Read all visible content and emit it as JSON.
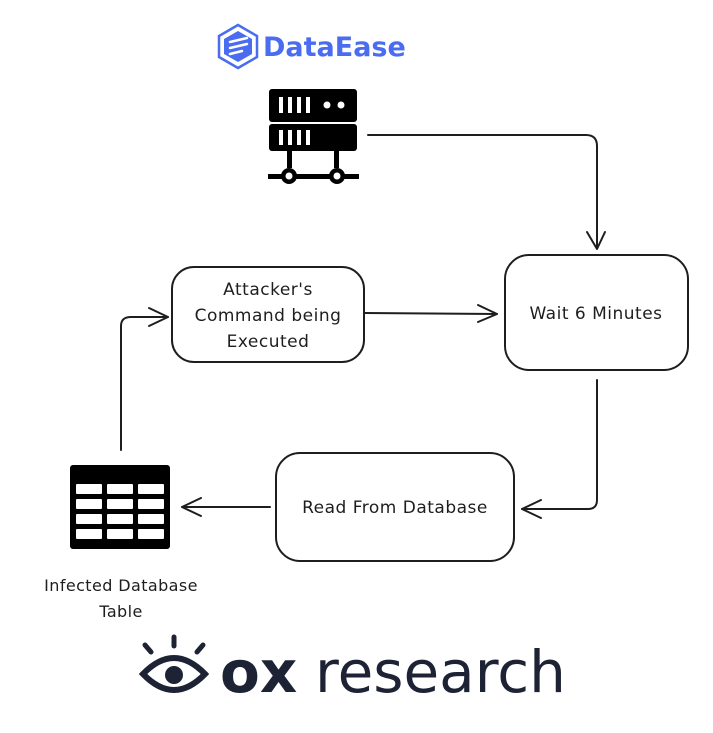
{
  "brand": {
    "name": "DataEase",
    "color": "#4a6cf0"
  },
  "nodes": {
    "attacker_command": [
      "Attacker's",
      "Command being",
      "Executed"
    ],
    "wait": "Wait 6 Minutes",
    "read": "Read From Database",
    "infected_table": [
      "Infected Database",
      "Table"
    ]
  },
  "icons": {
    "server": "server-icon",
    "table": "database-table-icon",
    "eye": "eye-icon"
  },
  "footer": {
    "brand_bold": "ox",
    "brand_light": "research",
    "color": "#1d2335"
  }
}
